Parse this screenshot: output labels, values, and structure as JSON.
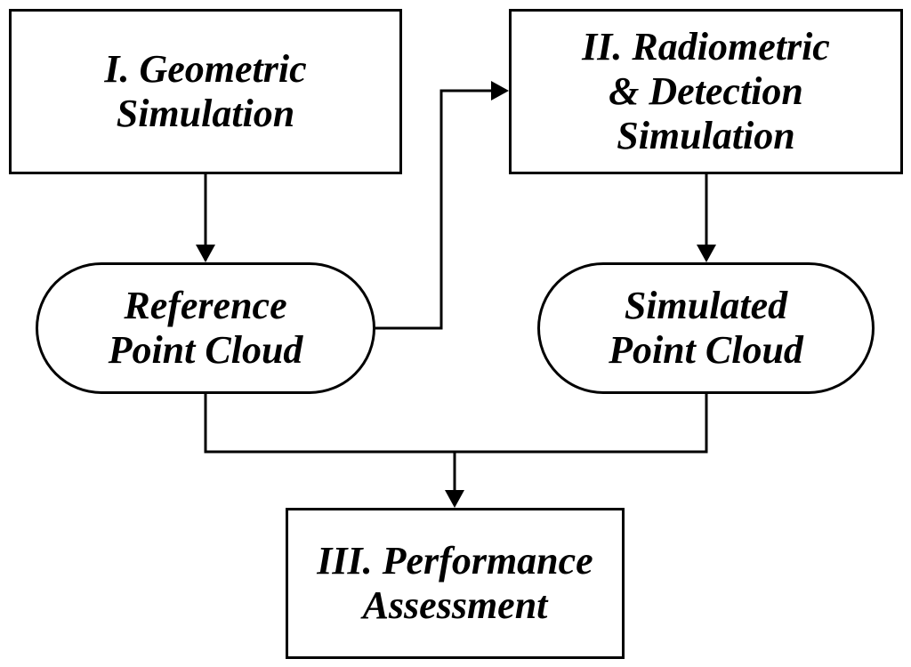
{
  "nodes": {
    "geometric": {
      "lines": [
        "I. Geometric",
        "Simulation"
      ]
    },
    "radiometric": {
      "lines": [
        "II. Radiometric",
        "& Detection",
        "Simulation"
      ]
    },
    "reference": {
      "lines": [
        "Reference",
        "Point Cloud"
      ]
    },
    "simulated": {
      "lines": [
        "Simulated",
        "Point Cloud"
      ]
    },
    "performance": {
      "lines": [
        "III. Performance",
        "Assessment"
      ]
    }
  },
  "colors": {
    "stroke": "#000000",
    "background": "#ffffff"
  }
}
